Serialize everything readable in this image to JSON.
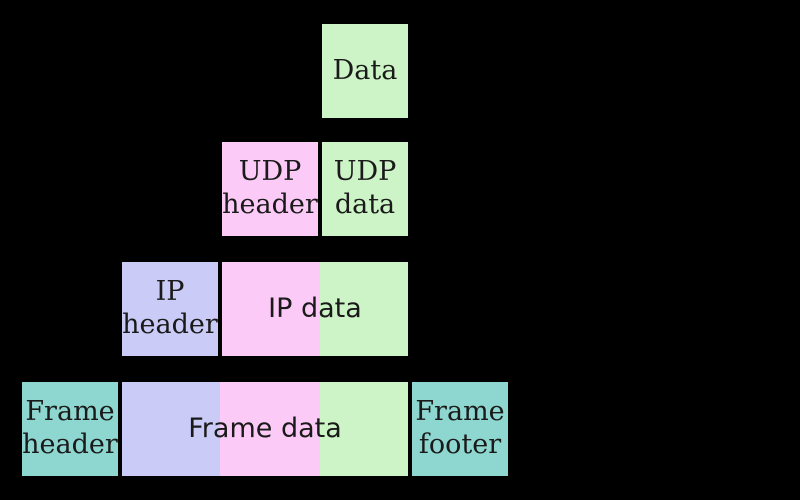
{
  "colors": {
    "background": "#000000",
    "text": "#1a1a1a",
    "data_green": "#cdf4c6",
    "udp_pink": "#fccaf7",
    "ip_lavender": "#cbcbf8",
    "frame_teal": "#8ed6d0"
  },
  "boxes": {
    "data": {
      "label": "Data"
    },
    "udp_header": {
      "line1": "UDP",
      "line2": "header"
    },
    "udp_data": {
      "line1": "UDP",
      "line2": "data"
    },
    "ip_header": {
      "line1": "IP",
      "line2": "header"
    },
    "ip_data": {
      "label": "IP data"
    },
    "frame_header": {
      "line1": "Frame",
      "line2": "header"
    },
    "frame_data": {
      "label": "Frame data"
    },
    "frame_footer": {
      "line1": "Frame",
      "line2": "footer"
    }
  }
}
